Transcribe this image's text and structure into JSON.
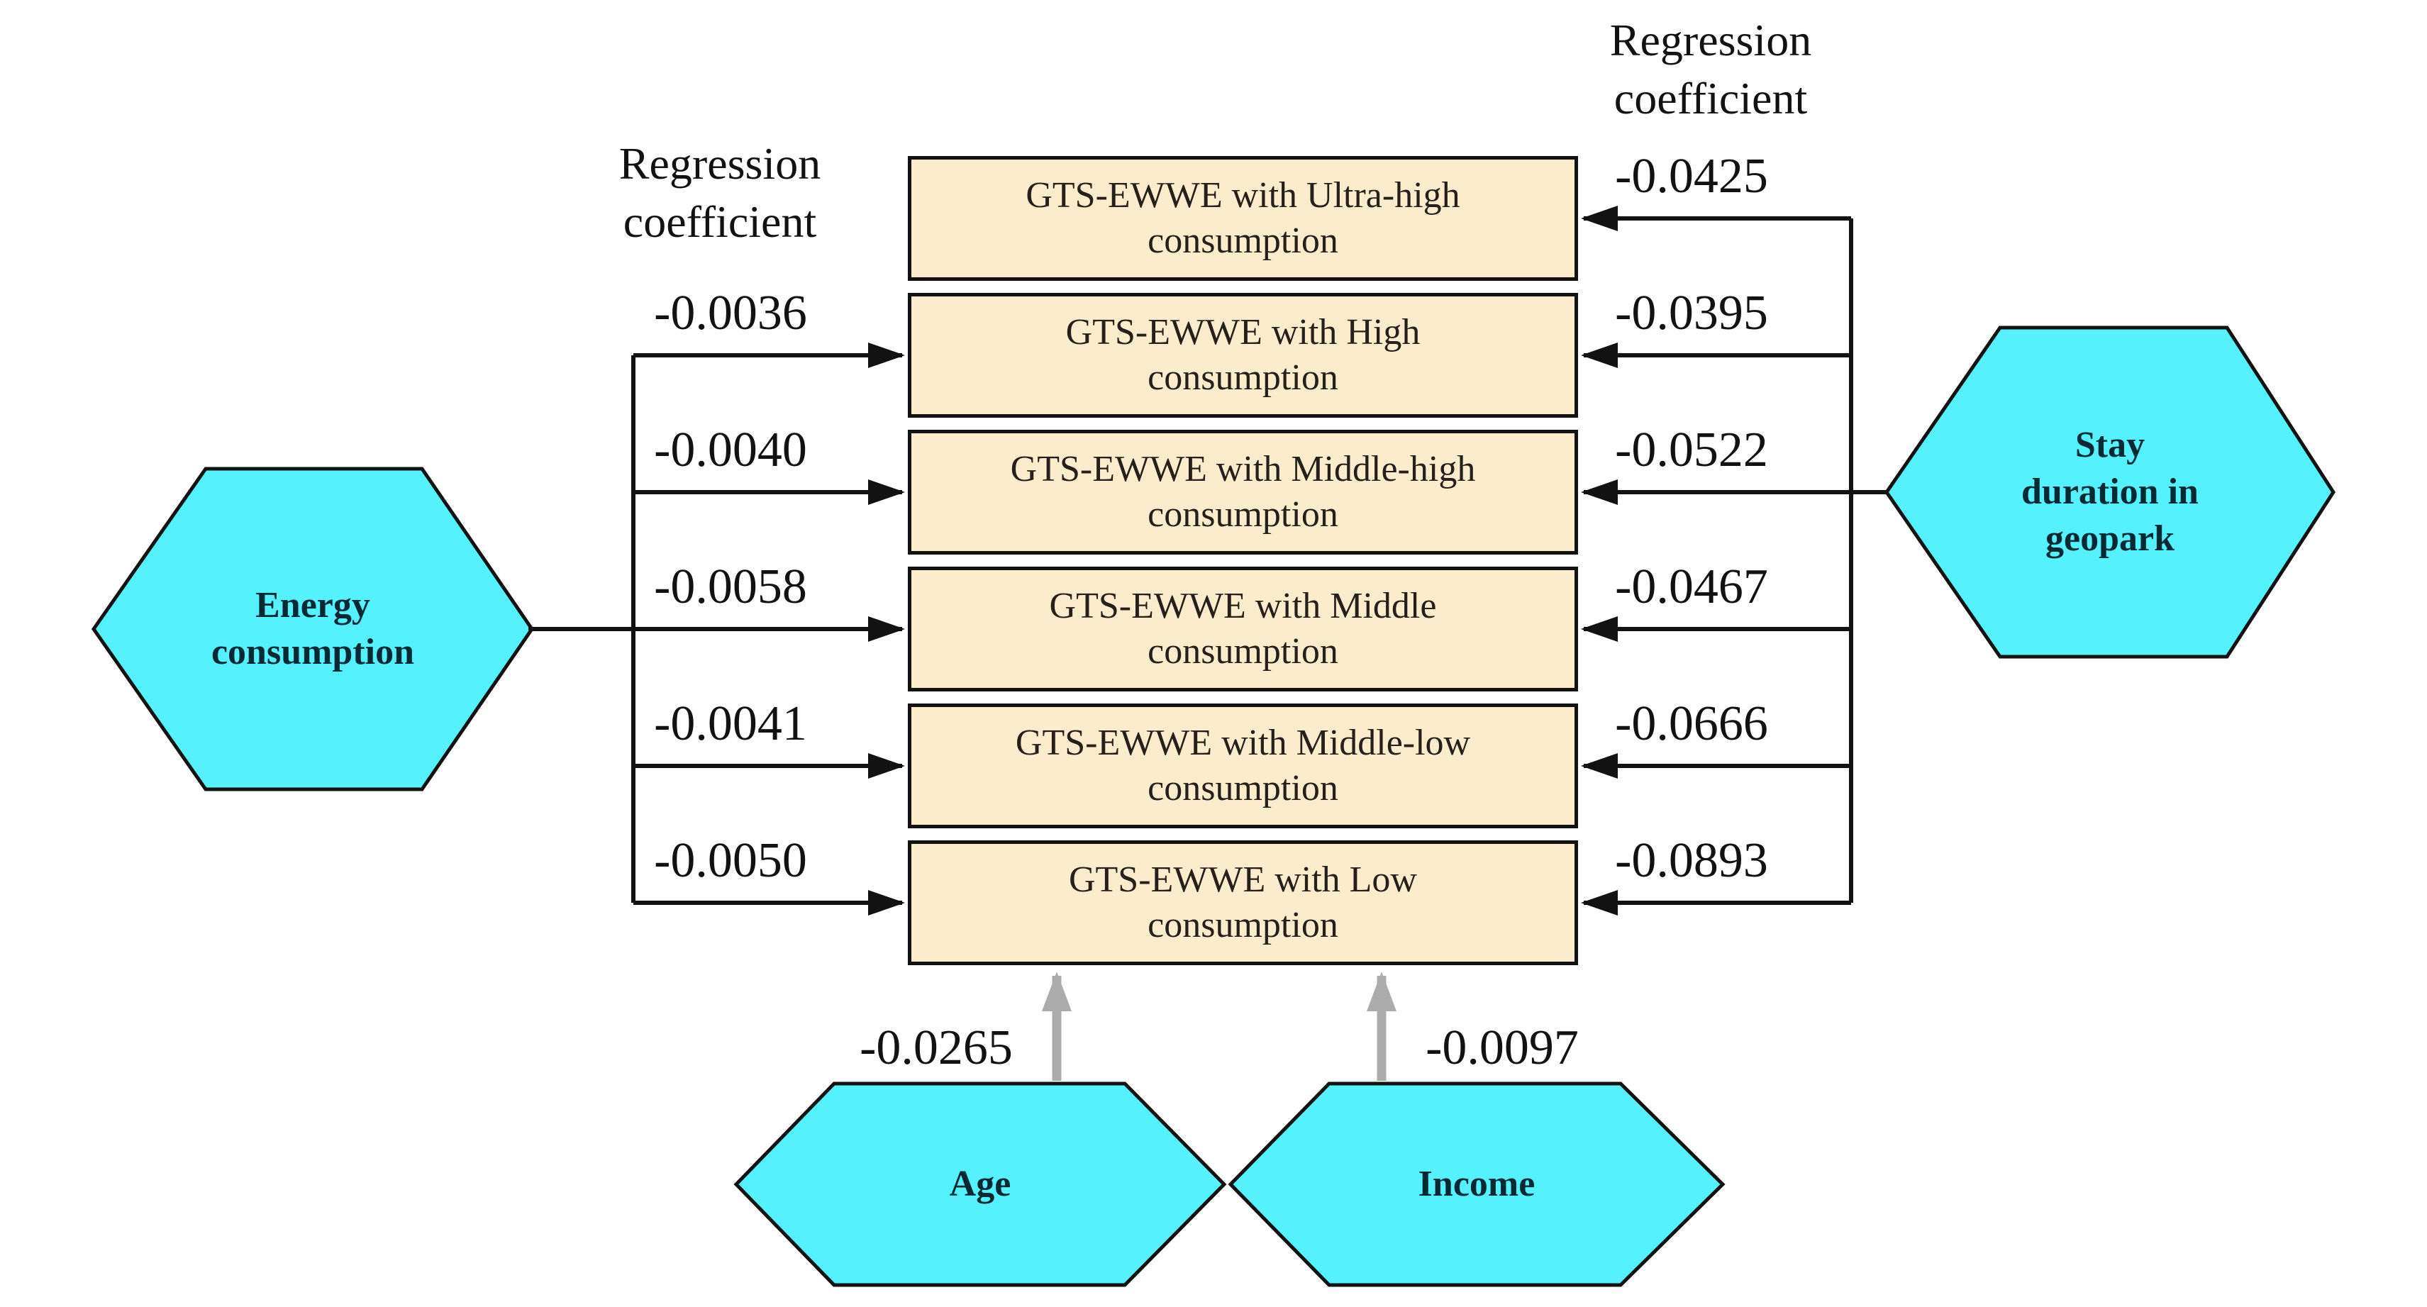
{
  "headers": {
    "left_regression_label": "Regression\ncoefficient",
    "right_regression_label": "Regression\ncoefficient"
  },
  "hexagons": {
    "energy": {
      "label": "Energy consumption"
    },
    "stay": {
      "label": "Stay duration in geopark"
    },
    "age": {
      "label": "Age",
      "coefficient": "-0.0265"
    },
    "income": {
      "label": "Income",
      "coefficient": "-0.0097"
    }
  },
  "boxes": [
    {
      "tier": "ultra-high",
      "label": "GTS-EWWE with Ultra-high consumption",
      "right_coefficient": "-0.0425"
    },
    {
      "tier": "high",
      "label": "GTS-EWWE with High consumption",
      "left_coefficient": "-0.0036",
      "right_coefficient": "-0.0395"
    },
    {
      "tier": "middle-high",
      "label": "GTS-EWWE with Middle-high consumption",
      "left_coefficient": "-0.0040",
      "right_coefficient": "-0.0522"
    },
    {
      "tier": "middle",
      "label": "GTS-EWWE with Middle consumption",
      "left_coefficient": "-0.0058",
      "right_coefficient": "-0.0467"
    },
    {
      "tier": "middle-low",
      "label": "GTS-EWWE with Middle-low consumption",
      "left_coefficient": "-0.0041",
      "right_coefficient": "-0.0666"
    },
    {
      "tier": "low",
      "label": "GTS-EWWE with Low consumption",
      "left_coefficient": "-0.0050",
      "right_coefficient": "-0.0893"
    }
  ],
  "colors": {
    "hexagon_fill": "#55F1FC",
    "box_fill": "#FBEDCB",
    "line": "#121212",
    "gray_arrow": "#ACACAC",
    "hexagon_text": "#052A33",
    "box_text": "#26201a",
    "coefficient_text": "#121212"
  }
}
